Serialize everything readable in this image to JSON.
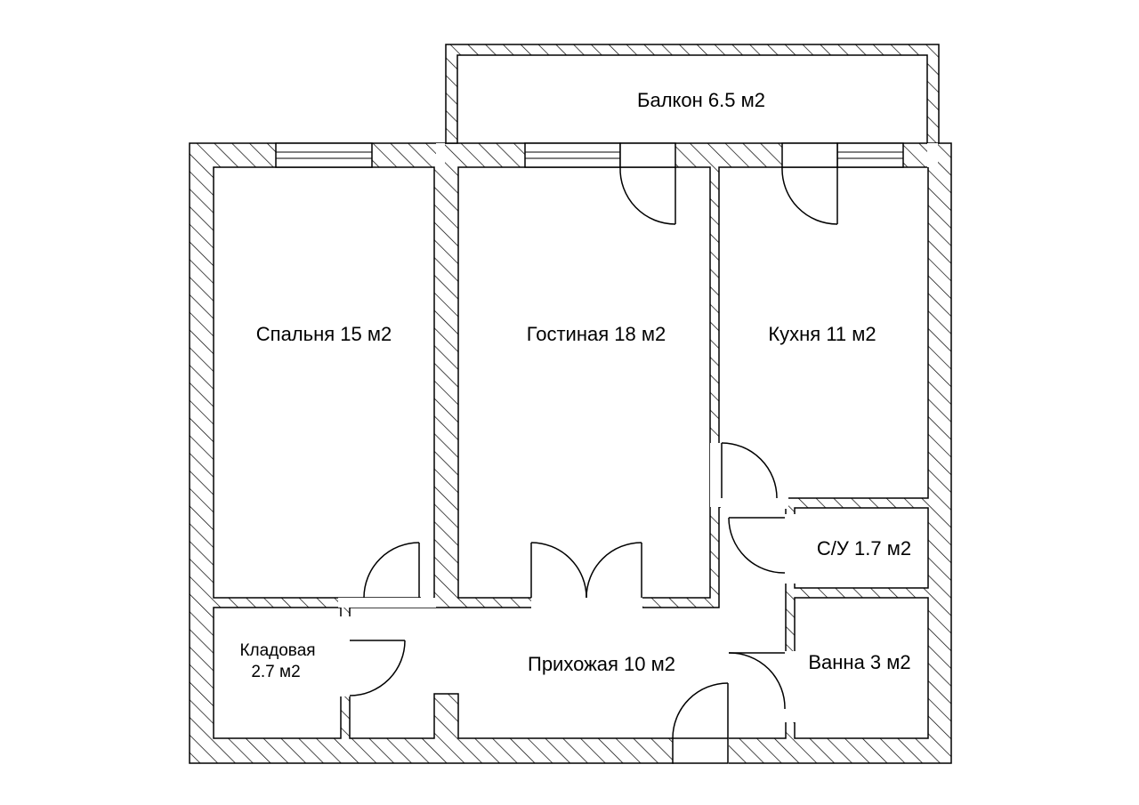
{
  "rooms": {
    "balcony": "Балкон 6.5 м2",
    "bedroom": "Спальня 15 м2",
    "living": "Гостиная 18 м2",
    "kitchen": "Кухня 11 м2",
    "wc": "С/У 1.7 м2",
    "bath": "Ванна 3 м2",
    "hall": "Прихожая 10 м2",
    "storage_line1": "Кладовая",
    "storage_line2": "2.7 м2"
  },
  "colors": {
    "line": "#000000",
    "background": "#ffffff"
  }
}
